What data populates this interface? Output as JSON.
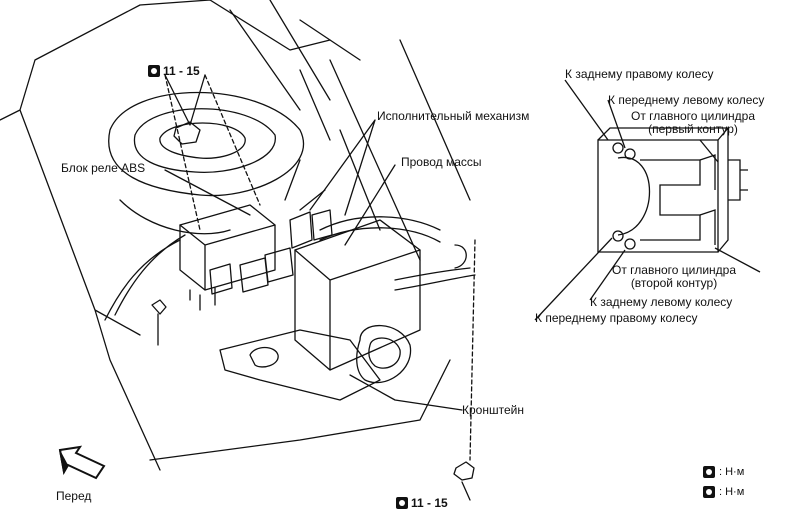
{
  "labels": {
    "actuator": "Исполнительный механизм",
    "relay_block": "Блок реле ABS",
    "ground_wire": "Провод массы",
    "bracket": "Кронштейн",
    "front": "Перед",
    "torque_top": "11 - 15",
    "torque_bottom": "11 - 15"
  },
  "port_labels": {
    "rear_right": "К заднему правому колесу",
    "front_left": "К переднему левому колесу",
    "master_first_line1": "От главного цилиндра",
    "master_first_line2": "(первый контур)",
    "master_second_line1": "От главного цилиндра",
    "master_second_line2": "(второй контур)",
    "rear_left": "К заднему левому колесу",
    "front_right": "К переднему правому колесу"
  },
  "legend": {
    "row1": ": Н·м",
    "row2": ": Н·м"
  },
  "icons": [
    "torque-wrench-icon",
    "front-direction-arrow-icon"
  ],
  "colors": {
    "ink": "#111111",
    "background": "#ffffff"
  }
}
